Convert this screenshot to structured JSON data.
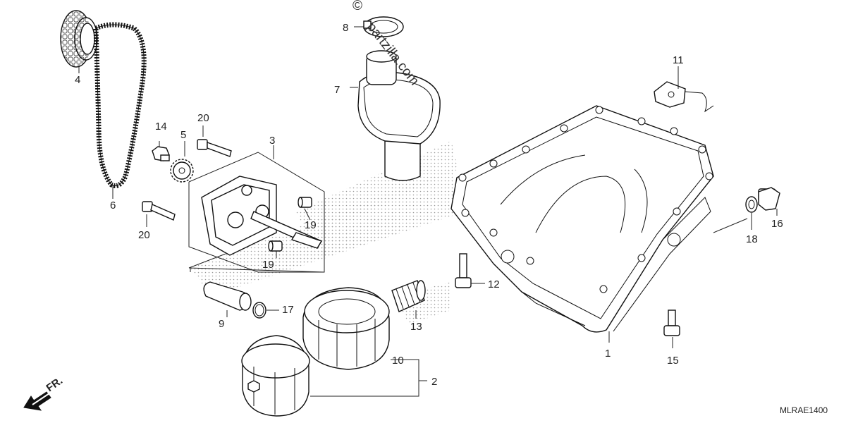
{
  "watermark": "partzilla.com",
  "copyright": "©",
  "direction_label": "FR.",
  "diagram_code": "MLRAE1400",
  "callouts": {
    "c1": "1",
    "c2": "2",
    "c3": "3",
    "c4": "4",
    "c5": "5",
    "c6": "6",
    "c7": "7",
    "c8": "8",
    "c9": "9",
    "c10": "10",
    "c11": "11",
    "c12": "12",
    "c13": "13",
    "c14": "14",
    "c15": "15",
    "c16": "16",
    "c17": "17",
    "c18": "18",
    "c19a": "19",
    "c19b": "19",
    "c20a": "20",
    "c20b": "20"
  }
}
